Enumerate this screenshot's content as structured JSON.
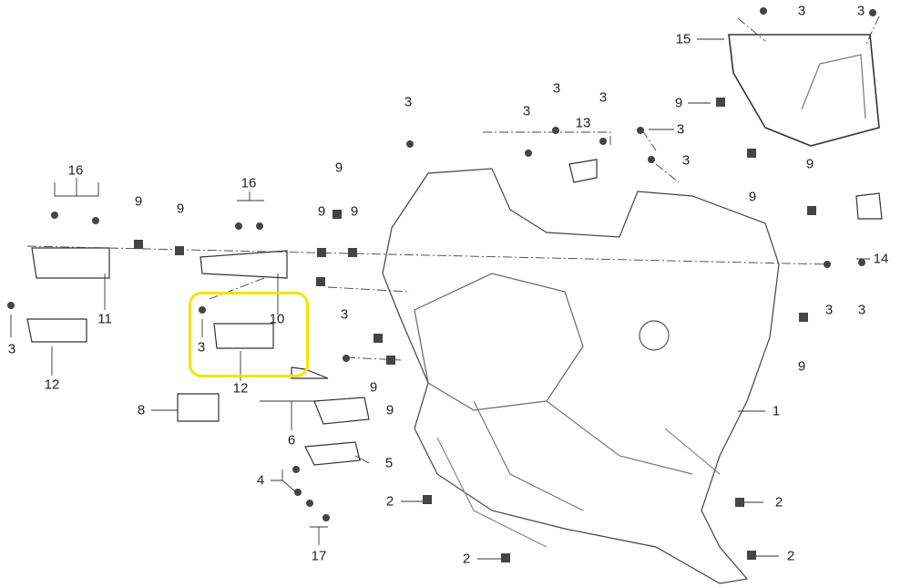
{
  "diagram": {
    "highlight_color": "#f2e600",
    "callouts": [
      "3",
      "3",
      "15",
      "3",
      "3",
      "3",
      "3",
      "13",
      "9",
      "3",
      "3",
      "9",
      "16",
      "16",
      "9",
      "9",
      "9",
      "9",
      "9",
      "9",
      "14",
      "3",
      "3",
      "11",
      "10",
      "3",
      "3",
      "3",
      "9",
      "12",
      "12",
      "9",
      "9",
      "8",
      "1",
      "6",
      "5",
      "4",
      "2",
      "2",
      "2",
      "2",
      "17"
    ]
  }
}
